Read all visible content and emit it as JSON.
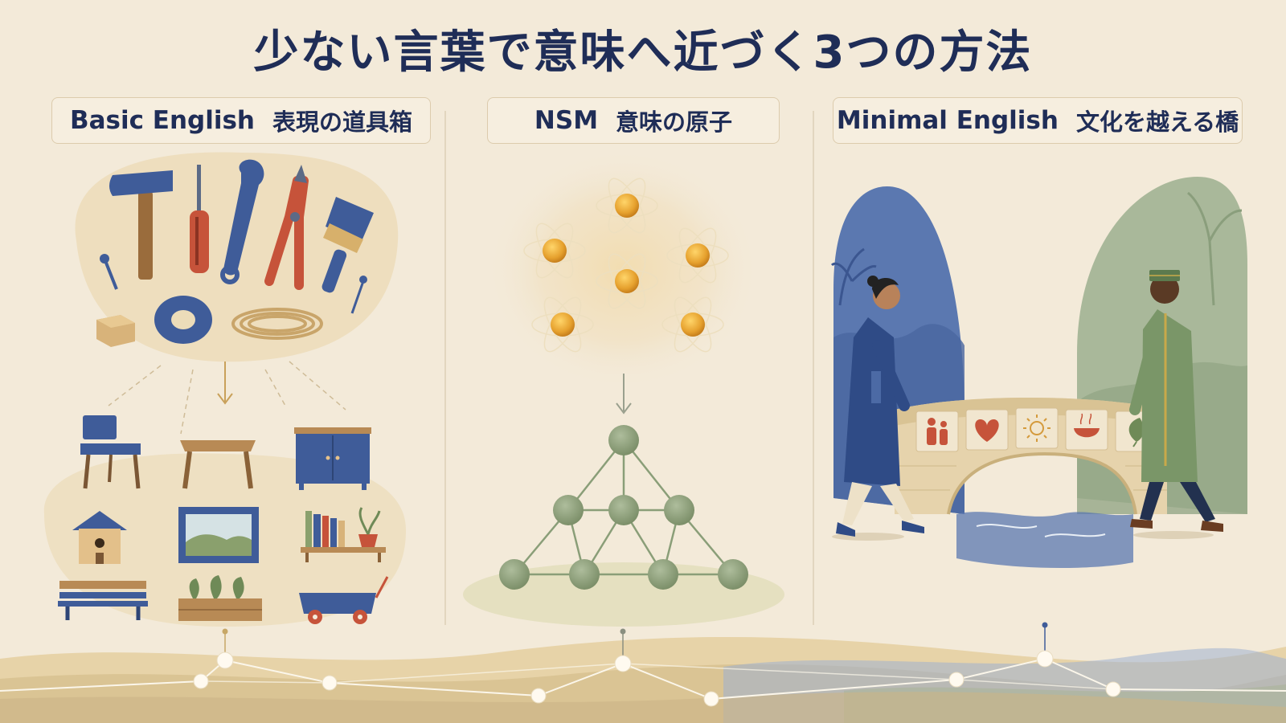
{
  "title": "少ない言葉で意味へ近づく3つの方法",
  "columns": [
    {
      "name": "Basic English",
      "subtitle": "表現の道具箱"
    },
    {
      "name": "NSM",
      "subtitle": "意味の原子"
    },
    {
      "name": "Minimal English",
      "subtitle": "文化を越える橋"
    }
  ],
  "colors": {
    "navy": "#1f2d57",
    "background": "#f3ead9",
    "blue": "#3f5c99",
    "sage": "#8a9e78",
    "gold": "#e7a52f",
    "rust": "#c6533a"
  }
}
